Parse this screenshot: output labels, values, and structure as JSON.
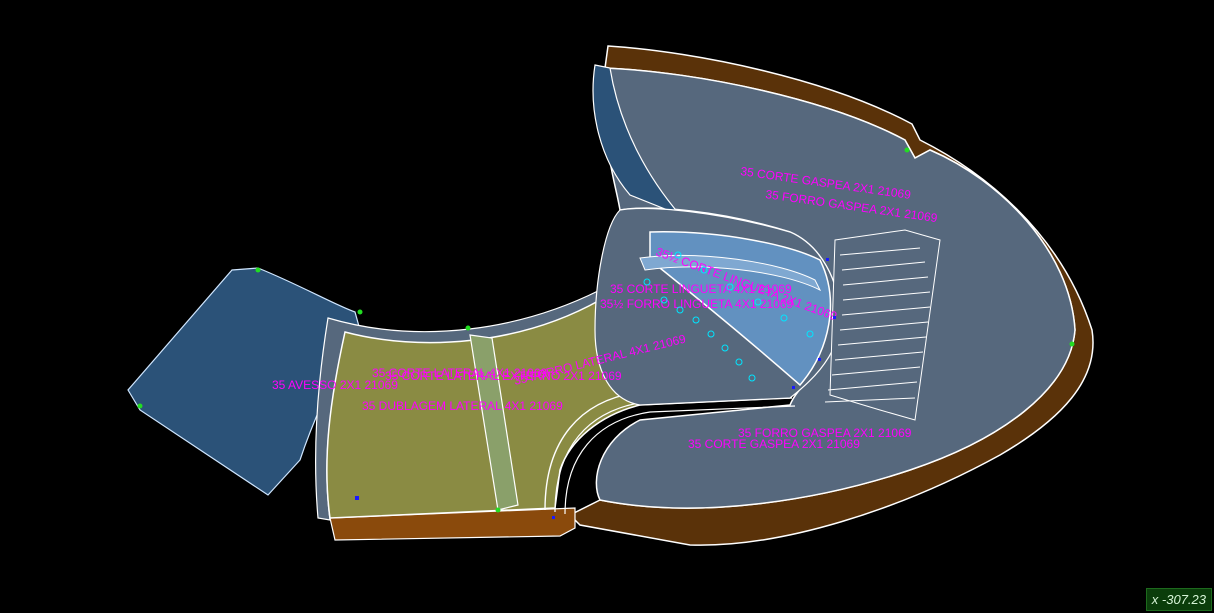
{
  "pieces": [
    {
      "id": "corte_gaspea",
      "label_1": "35  CORTE GASPEA 2X1   21069",
      "label_2": "35  CORTE GASPEA 2X1   21069"
    },
    {
      "id": "forro_gaspea",
      "label_1": "35  FORRO GASPEA 2X1   21069",
      "label_2": "35  FORRO GASPEA 2X1   21069"
    },
    {
      "id": "corte_lingueta",
      "label_1": "35½  CORTE LINGUETA 2X1   21069",
      "label_2": "35  CORTE LINGUETA 4X1   21069"
    },
    {
      "id": "forro_lingueta",
      "label": "35½  FORRO LINGUETA 4X1   21069"
    },
    {
      "id": "forro_lateral",
      "label": "35  FORRO LATERAL 4X1   21069"
    },
    {
      "id": "corte_lateral",
      "label": "35  CORTE LATERAL 4X1   21069"
    },
    {
      "id": "corte_lateral_ext",
      "label": "35  CORTE LATERAL EXTERNO 2X1   21069"
    },
    {
      "id": "avesso",
      "label": "35  AVESSO 2X1   21069"
    },
    {
      "id": "dublagem_lateral",
      "label": "35  DUBLAGEM LATERAL 4X1   21069"
    }
  ],
  "colors": {
    "background": "#000000",
    "gaspea_fill": "#56687d",
    "trim_brown": "#5a3209",
    "lateral_fill": "#8a8b43",
    "avesso_fill": "#2b5278",
    "lingueta_fill": "#6291c0",
    "outline": "#ffffff",
    "label": "#ff00ff"
  },
  "status": {
    "coordinate": "x -307.23"
  }
}
